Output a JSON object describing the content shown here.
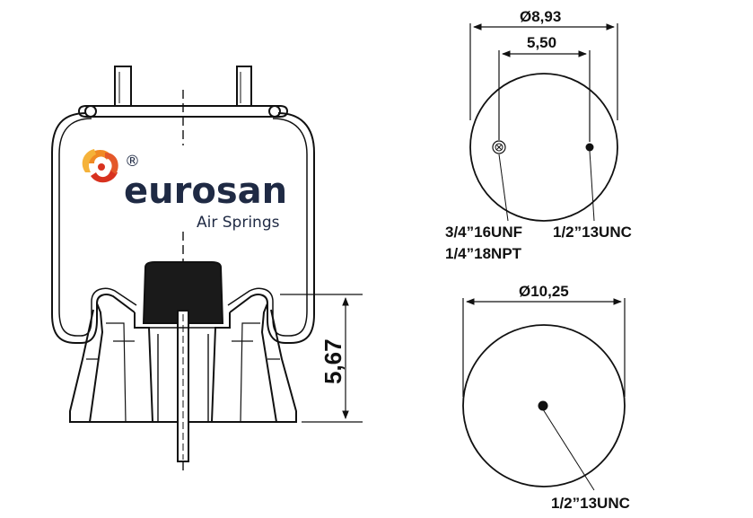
{
  "brand": {
    "name": "eurosan",
    "tagline": "Air Springs",
    "registered": "®",
    "colors": {
      "primary": "#1f2a44",
      "accent_orange": "#f08a24",
      "accent_red": "#d8321f"
    }
  },
  "side_view": {
    "height_dim": "5,67"
  },
  "top_plate": {
    "diameter_dim": "Ø8,93",
    "bolt_spacing_dim": "5,50",
    "left_port_label_1": "3/4”16UNF",
    "left_port_label_2": "1/4”18NPT",
    "right_stud_label": "1/2”13UNC"
  },
  "bottom_plate": {
    "diameter_dim": "Ø10,25",
    "center_stud_label": "1/2”13UNC"
  },
  "icons": [
    "eurosan-logo-icon",
    "registered-mark-icon"
  ]
}
